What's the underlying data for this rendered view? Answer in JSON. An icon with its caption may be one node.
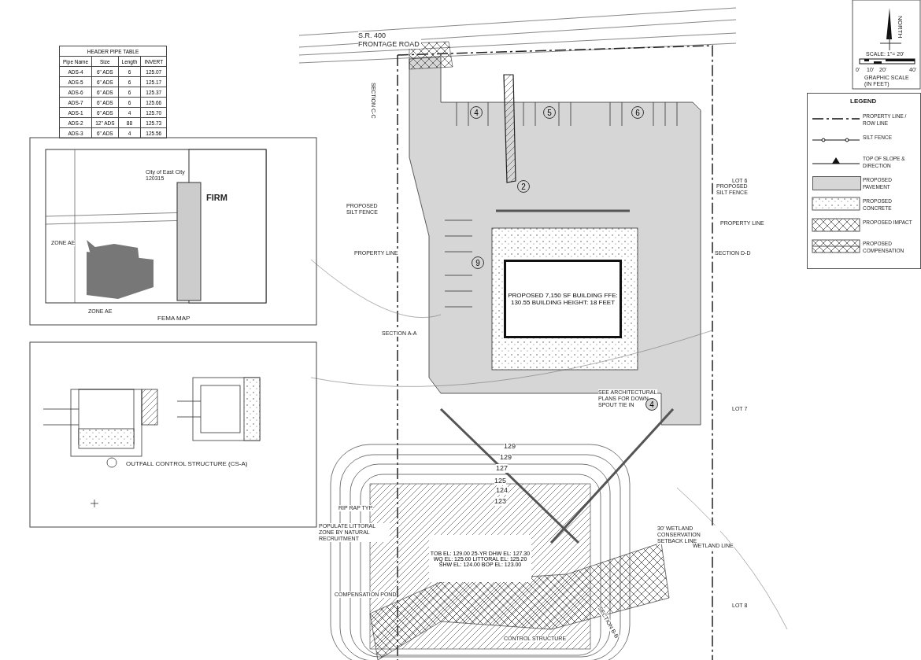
{
  "diagram": {
    "nodes": [
      {
        "text": [
          "PROPOSED 7,150 SF BUILDING FFE: 130.55 BUILDING HEIGHT: 18 FEET"
        ]
      },
      {
        "text": [
          "4"
        ]
      },
      {
        "text": [
          "5"
        ]
      },
      {
        "text": [
          "6"
        ]
      },
      {
        "text": [
          "2"
        ]
      },
      {
        "text": [
          "9"
        ]
      },
      {
        "text": [
          "4"
        ]
      },
      {
        "text": [
          "TOB EL: 129.00 25-YR DHW EL: 127.30 WQ EL: 125.00 LITTORAL EL: 125.20 SHW EL: 124.00 BOP EL: 123.00"
        ]
      }
    ],
    "labels": [
      "HEADER PIPE TABLE",
      "Pipe Name",
      "Size",
      "Length",
      "INVERT",
      "ADS-4",
      "6\" ADS",
      "6",
      "125.07",
      "ADS-5",
      "6\" ADS",
      "6",
      "125.17",
      "ADS-6",
      "6\" ADS",
      "6",
      "125.37",
      "ADS-7",
      "6\" ADS",
      "6",
      "125.66",
      "ADS-1",
      "6\" ADS",
      "4",
      "125.70",
      "ADS-2",
      "12\" ADS",
      "88",
      "125.73",
      "ADS-3",
      "6\" ADS",
      "4",
      "125.56",
      "S.R. 400 FRONTAGE ROAD",
      "SECTION C-C",
      "SECTION A-A",
      "SECTION D-D",
      "SECTION B-B",
      "LOT 6",
      "LOT 7",
      "LOT 8",
      "PROPOSED SILT FENCE",
      "PROPERTY LINE",
      "PROPOSED SILT FENCE",
      "PROPERTY LINE",
      "SEE ARCHITECTURAL PLANS FOR DOWN SPOUT TIE IN",
      "129",
      "129",
      "127",
      "125",
      "124",
      "123",
      "RIP RAP TYP.",
      "POPULATE LITTORAL ZONE BY NATURAL RECRUITMENT",
      "COMPENSATION POND",
      "30' WETLAND CONSERVATION SETBACK LINE",
      "WETLAND LINE",
      "CONTROL STRUCTURE",
      "City of East City 120315",
      "ZONE AE",
      "ZONE AE",
      "FIRM",
      "FEMA MAP",
      "OUTFALL CONTROL STRUCTURE (CS-A)",
      "NORTH",
      "SCALE: 1\"= 20'",
      "0'",
      "10'",
      "20'",
      "40'",
      "GRAPHIC SCALE (IN FEET)",
      "LEGEND"
    ],
    "legend": [
      {
        "text": "PROPERTY LINE / ROW LINE"
      },
      {
        "text": "SILT FENCE"
      },
      {
        "text": "TOP OF SLOPE & DIRECTION"
      },
      {
        "text": "PROPOSED PAVEMENT",
        "color": "#d6d6d6"
      },
      {
        "text": "PROPOSED CONCRETE"
      },
      {
        "text": "PROPOSED IMPACT"
      },
      {
        "text": "PROPOSED COMPENSATION"
      }
    ]
  }
}
